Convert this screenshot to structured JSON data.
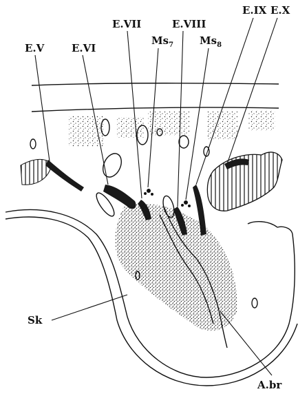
{
  "labels": {
    "ev": "E.V",
    "evi": "E.VI",
    "evii": "E.VII",
    "eviii": "E.VIII",
    "eix": "E.IX",
    "ex": "E.X",
    "ms7_base": "Ms",
    "ms7_sub": "7",
    "ms8_base": "Ms",
    "ms8_sub": "8",
    "sk": "Sk",
    "abr": "A.br"
  }
}
